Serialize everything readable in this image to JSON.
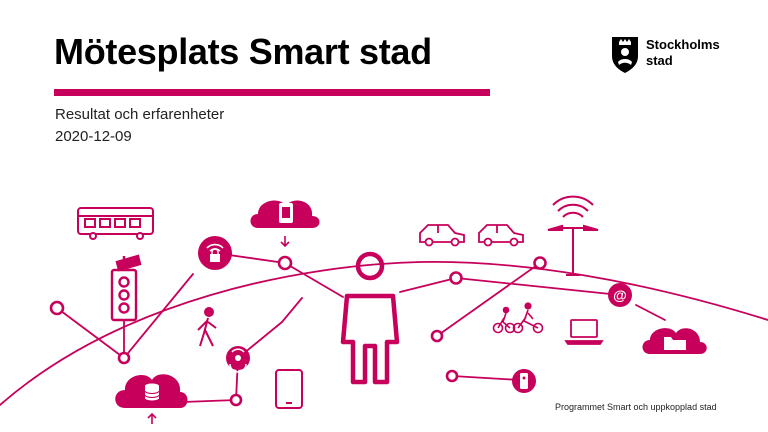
{
  "slide": {
    "title": "Mötesplats Smart stad",
    "subtitle": "Resultat och erfarenheter",
    "date": "2020-12-09",
    "footer": "Programmet Smart och uppkopplad stad"
  },
  "logo": {
    "line1": "Stockholms",
    "line2": "stad",
    "icon": "city-crest-icon"
  },
  "colors": {
    "accent": "#c7005b",
    "text": "#000000",
    "background": "#ffffff"
  },
  "illustration": {
    "icons": [
      "bus-icon",
      "cloud-phone-icon",
      "car-icon",
      "car-icon",
      "street-lamp-wifi-icon",
      "traffic-light-icon",
      "wifi-lock-icon",
      "person-icon",
      "email-icon",
      "pedestrian-icon",
      "cyclists-icon",
      "laptop-icon",
      "cloud-folder-icon",
      "sensor-icon",
      "cloud-database-icon",
      "tablet-icon",
      "remote-control-icon"
    ]
  }
}
